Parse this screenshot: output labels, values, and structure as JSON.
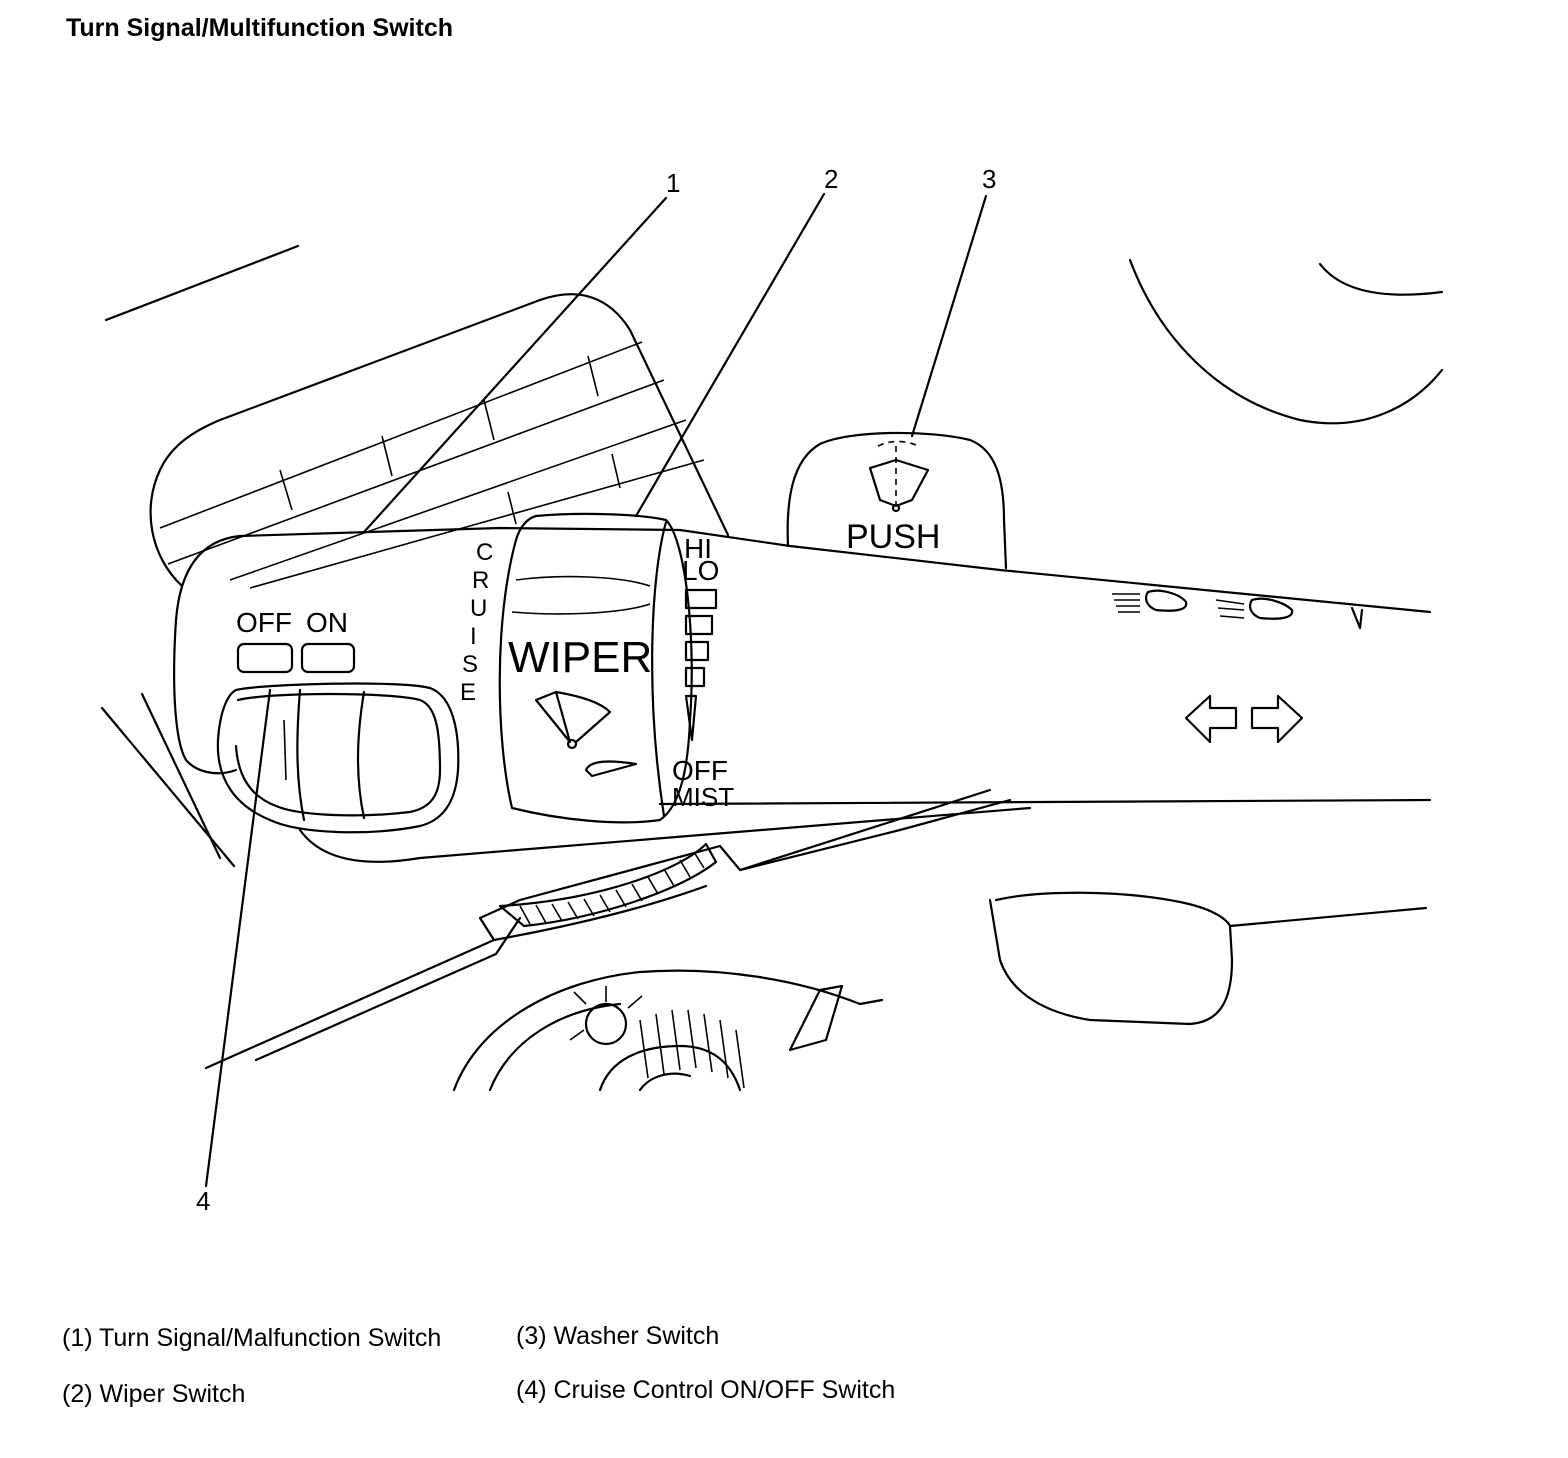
{
  "title": "Turn Signal/Multifunction Switch",
  "callouts": [
    "1",
    "2",
    "3",
    "4"
  ],
  "switch_labels": {
    "off": "OFF",
    "on": "ON",
    "cruise": [
      "C",
      "R",
      "U",
      "I",
      "S",
      "E"
    ],
    "wiper": "WIPER",
    "hi": "HI",
    "lo": "LO",
    "wiper_off": "OFF",
    "mist": "MIST",
    "push": "PUSH"
  },
  "legend": [
    "(1) Turn Signal/Malfunction Switch",
    "(2) Wiper Switch",
    "(3) Washer Switch",
    "(4) Cruise Control ON/OFF Switch"
  ]
}
